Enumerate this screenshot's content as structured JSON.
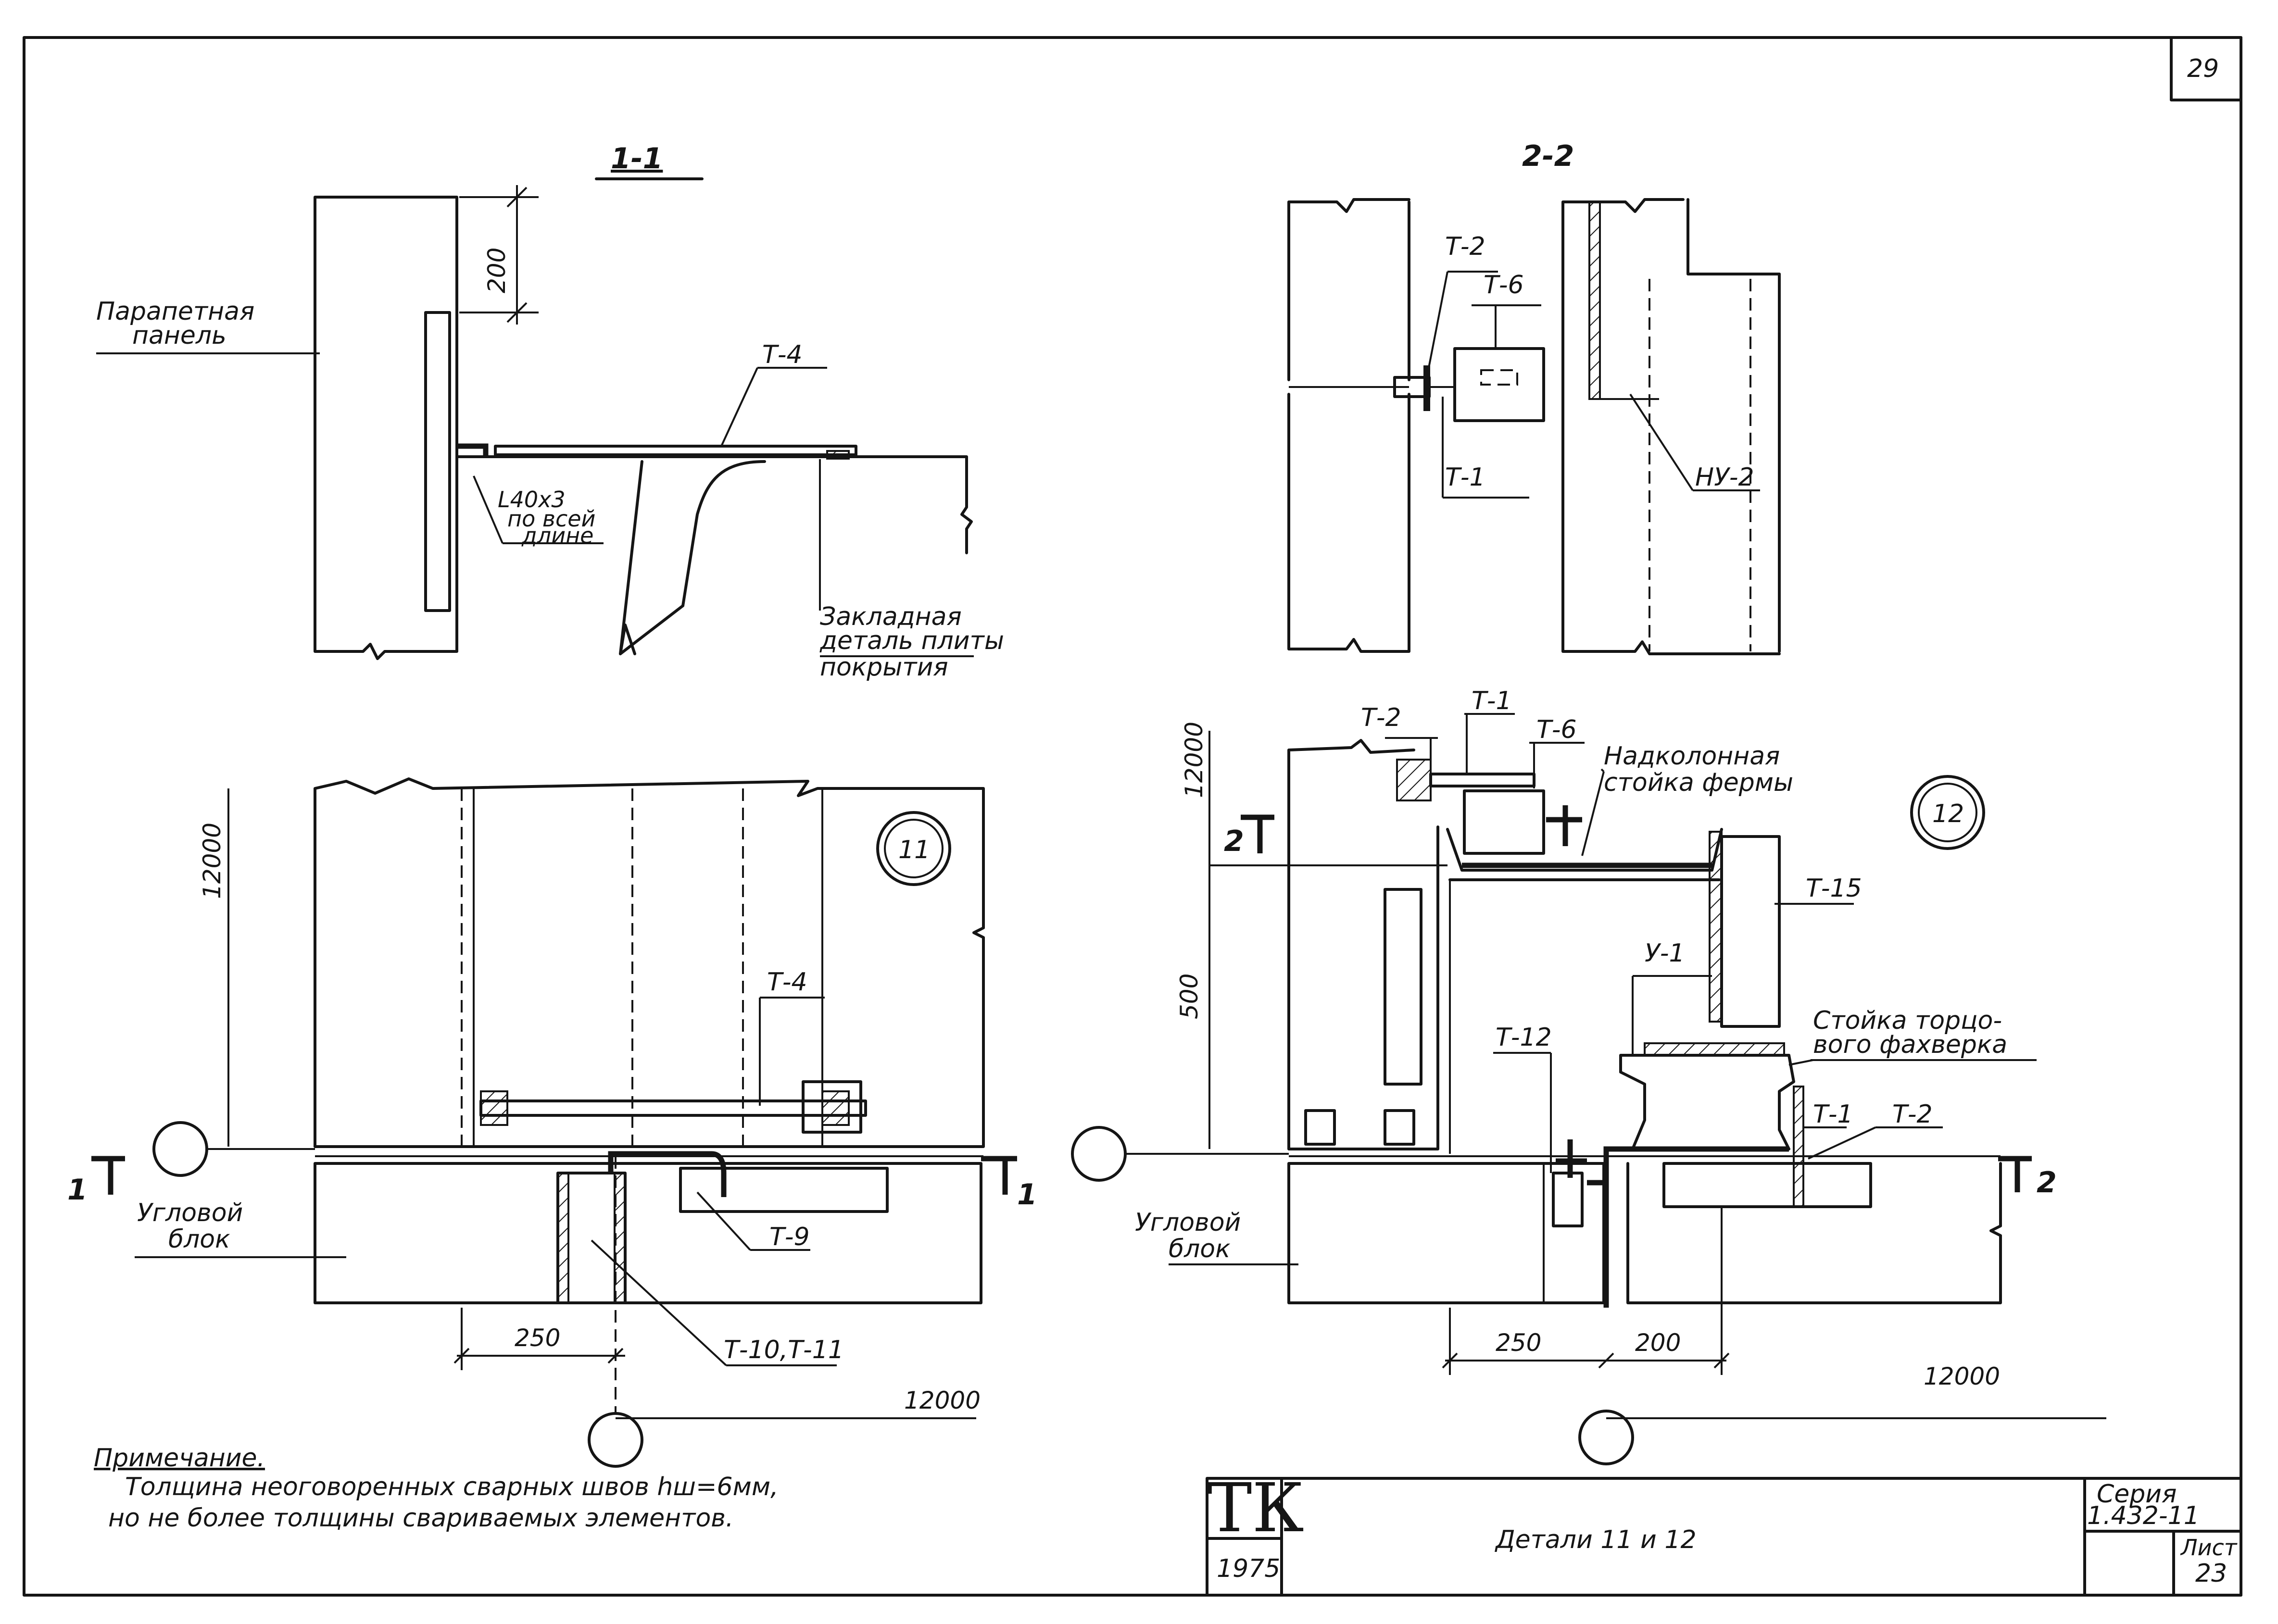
{
  "sheet": {
    "page_number": "29"
  },
  "section_1_1": {
    "title": "1-1",
    "dim_200": "200",
    "label_parapet": [
      "Парапетная",
      "панель"
    ],
    "label_t4": "Т-4",
    "label_angle": [
      "L40x3",
      "по всей",
      "длине"
    ],
    "label_embedded": [
      "Закладная",
      "деталь плиты",
      "покрытия"
    ]
  },
  "section_2_2": {
    "title": "2-2",
    "label_t2": "Т-2",
    "label_t6": "Т-6",
    "label_t1": "Т-1",
    "label_nu2": "НУ-2"
  },
  "detail_11": {
    "marker": "11",
    "dim_height": "12000",
    "label_t4": "Т-4",
    "label_corner_block": [
      "Угловой",
      "блок"
    ],
    "label_t9": "Т-9",
    "label_t10_t11": "Т-10,Т-11",
    "dim_250": "250",
    "dim_12000": "12000",
    "cut_left": "1",
    "cut_right": "1"
  },
  "detail_12": {
    "marker": "12",
    "dim_height": "12000",
    "dim_500": "500",
    "label_t2_top": "Т-2",
    "label_t1_top": "Т-1",
    "label_t6": "Т-6",
    "label_truss_post": [
      "Надколонная",
      "стойка фермы"
    ],
    "label_t15": "Т-15",
    "label_u1": "У-1",
    "label_t12": "Т-12",
    "label_end_post": [
      "Стойка торцо-",
      "вого фахверка"
    ],
    "label_t1_bottom": "Т-1",
    "label_t2_bottom": "Т-2",
    "label_corner_block": [
      "Угловой",
      "блок"
    ],
    "dim_250": "250",
    "dim_200": "200",
    "dim_12000": "12000",
    "cut_left": "2",
    "cut_right": "2"
  },
  "note": {
    "heading": "Примечание.",
    "line_1": "Толщина неоговоренных сварных швов hш=6мм,",
    "line_2": "но не более толщины свариваемых элементов."
  },
  "title_block": {
    "org": "ТК",
    "year": "1975",
    "title": "Детали 11 и 12",
    "series_label": "Серия",
    "series_value": "1.432-11",
    "sheet_label": "Лист",
    "sheet_value": "23"
  },
  "colors": {
    "ink": "#151515",
    "paper": "#ffffff"
  }
}
